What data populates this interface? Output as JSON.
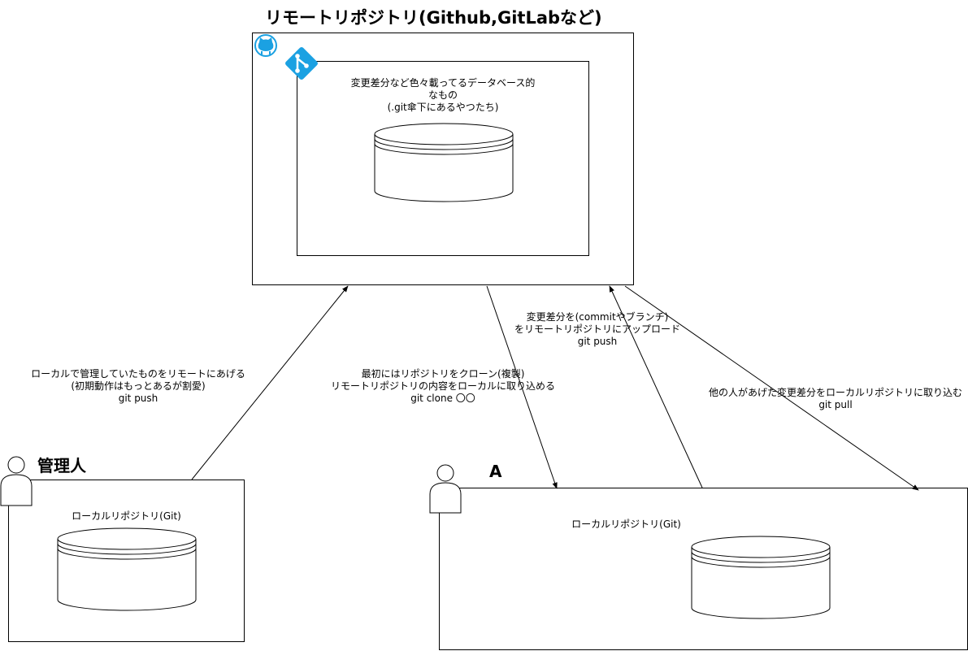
{
  "remote": {
    "title": "リモートリポジトリ(Github,GitLabなど)",
    "inner_line1": "変更差分など色々載ってるデータベース的",
    "inner_line2": "なもの",
    "inner_line3": "(.git傘下にあるやつたち)",
    "github_icon": "github-octocat-icon",
    "git_icon": "git-logo-icon"
  },
  "admin": {
    "name": "管理人",
    "repo_label": "ローカルリポジトリ(Git)"
  },
  "userA": {
    "name": "A",
    "repo_label": "ローカルリポジトリ(Git)"
  },
  "edges": {
    "admin_push": {
      "line1": "ローカルで管理していたものをリモートにあげる",
      "line2": "(初期動作はもっとあるが割愛)",
      "line3": "git push"
    },
    "clone": {
      "line1": "最初にはリポジトリをクローン(複製)",
      "line2": "リモートリポジトリの内容をローカルに取り込める",
      "line3": "git clone 〇〇"
    },
    "a_push": {
      "line1": "変更差分を(commitやブランチ)",
      "line2": "をリモートリポジトリにアップロード",
      "line3": "git push"
    },
    "pull": {
      "line1": "他の人があげた変更差分をローカルリポジトリに取り込む",
      "line2": "git pull"
    }
  },
  "colors": {
    "accent": "#1ba1e2",
    "line": "#000000"
  }
}
